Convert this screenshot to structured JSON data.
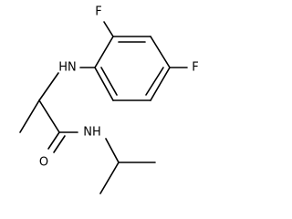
{
  "molecule": {
    "atoms": {
      "fluorine_top": "F",
      "fluorine_right": "F",
      "amine_nh": "HN",
      "amide_oxygen": "O",
      "amide_nh": "NH"
    },
    "colors": {
      "bond": "#000000",
      "label": "#000000",
      "background": "#ffffff"
    }
  }
}
